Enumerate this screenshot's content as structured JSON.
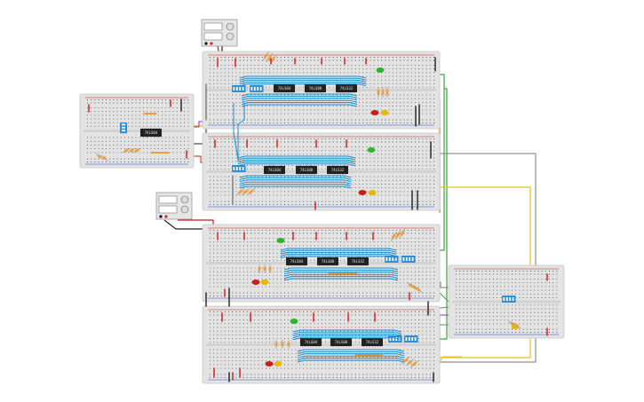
{
  "canvas": {
    "background": "#ffffff"
  },
  "colors": {
    "board": "#e3e3e3",
    "board_edge": "#c9c9c9",
    "hole": "#555555",
    "rail_red": "#d32222",
    "rail_blue": "#2a4fb8",
    "chip": "#222222",
    "dip_switch": "#2f8fd6",
    "wire_blue": "#1a8fcf",
    "wire_red": "#d01818",
    "wire_black": "#222222",
    "wire_green": "#3aa63a",
    "wire_orange": "#f08a00",
    "wire_yellow": "#e8c21a",
    "wire_purple": "#9a2fb0",
    "wire_gray": "#7a7a7a",
    "led_green": "#2bb52b",
    "led_red": "#c91c1c",
    "led_yellow": "#e6b800",
    "resistor": "#e8a24a",
    "psu_body": "#e6e6e6"
  },
  "components": {
    "power_supplies": 2,
    "breadboards": 6,
    "chips": [
      {
        "board": "A",
        "labels": [
          "74LS04",
          "74LS08",
          "74LS32"
        ]
      },
      {
        "board": "B",
        "labels": [
          "74LS04",
          "74LS08",
          "74LS32"
        ]
      },
      {
        "board": "C",
        "labels": [
          "74LS04",
          "74LS08",
          "74LS32"
        ]
      },
      {
        "board": "D",
        "labels": [
          "74LS04",
          "74LS08",
          "74LS32"
        ]
      },
      {
        "board": "L",
        "labels": [
          "74LS04"
        ]
      }
    ]
  }
}
